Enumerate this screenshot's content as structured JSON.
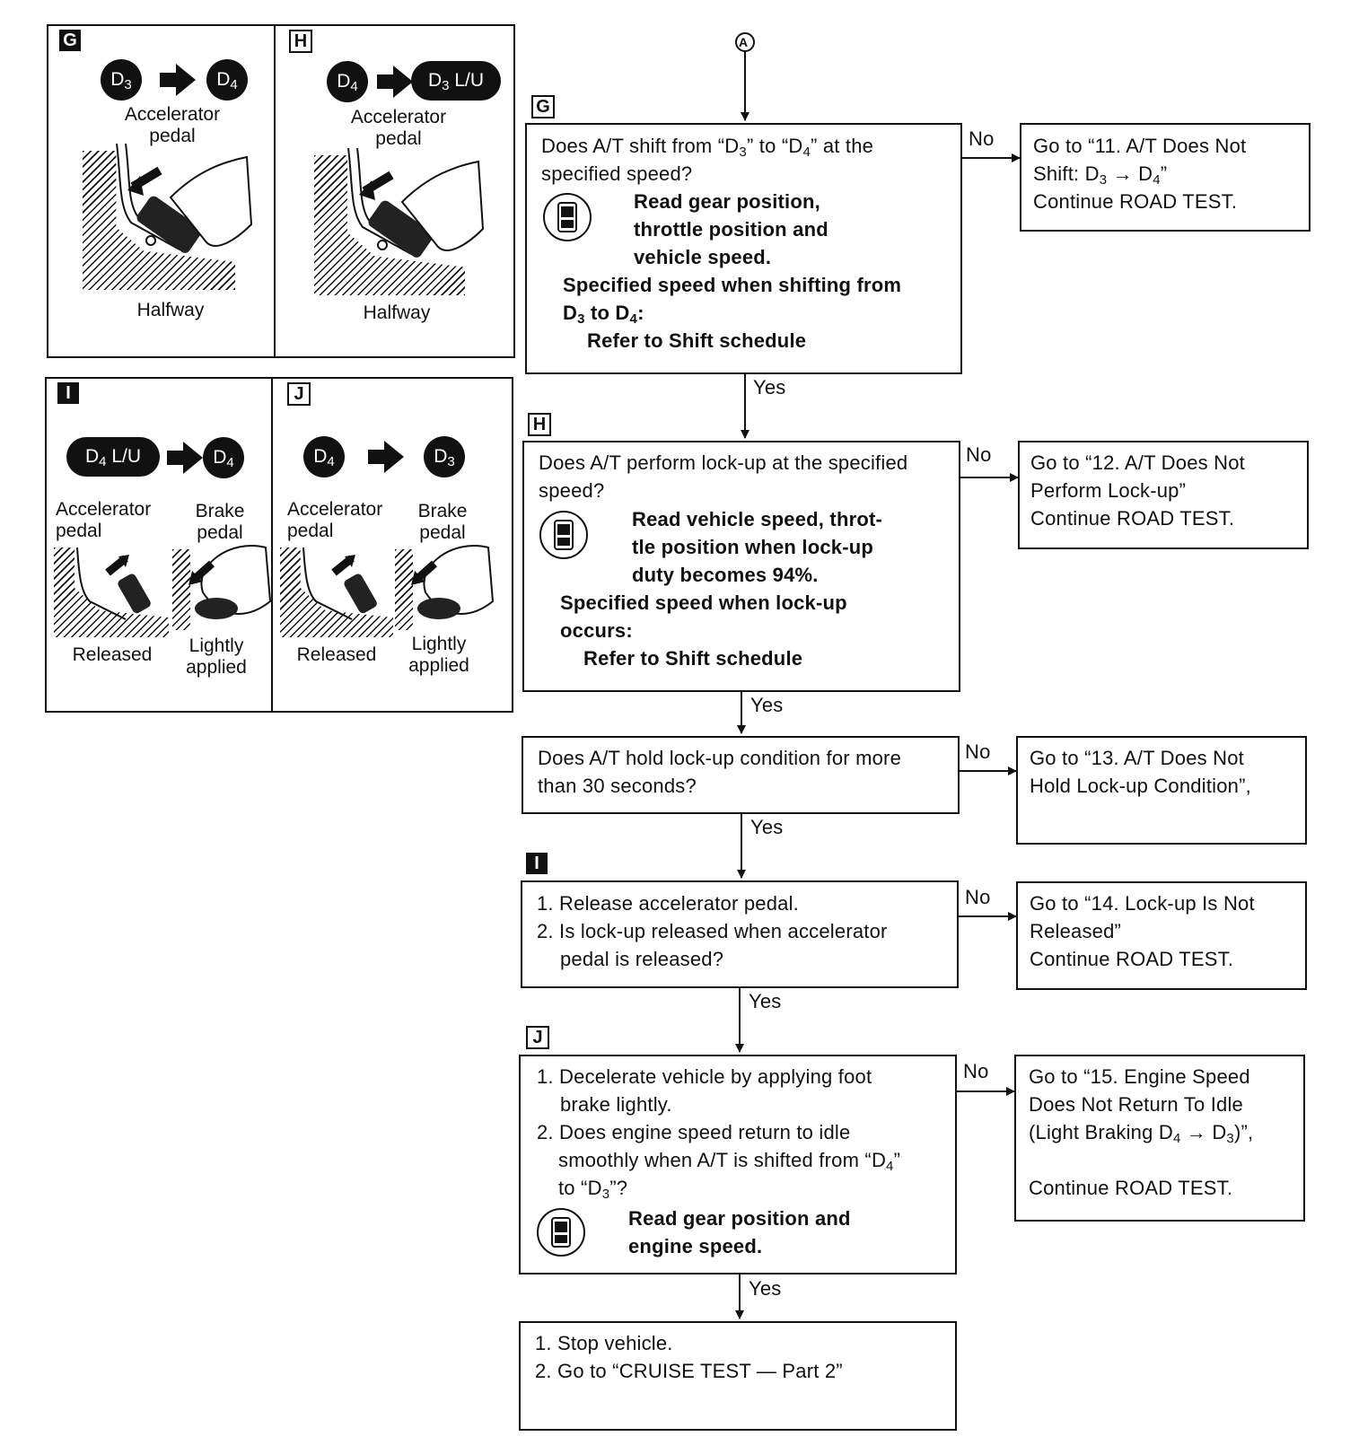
{
  "connector": "A",
  "panels": {
    "G": {
      "tag": "G",
      "from": "D",
      "from_sub": "3",
      "to": "D",
      "to_sub": "4",
      "pedal_label": "Accelerator pedal",
      "position": "Halfway"
    },
    "H": {
      "tag": "H",
      "from": "D",
      "from_sub": "4",
      "to": "D",
      "to_sub": "3",
      "to_suffix": " L/U",
      "pedal_label": "Accelerator pedal",
      "position": "Halfway"
    },
    "I": {
      "tag": "I",
      "from": "D",
      "from_sub": "4",
      "from_suffix": " L/U",
      "to": "D",
      "to_sub": "4",
      "accel_label": "Accelerator pedal",
      "brake_label": "Brake pedal",
      "accel_state": "Released",
      "brake_state": "Lightly applied"
    },
    "J": {
      "tag": "J",
      "from": "D",
      "from_sub": "4",
      "to": "D",
      "to_sub": "3",
      "accel_label": "Accelerator pedal",
      "brake_label": "Brake pedal",
      "accel_state": "Released",
      "brake_state": "Lightly applied"
    }
  },
  "flow": {
    "yes": "Yes",
    "no": "No",
    "step_g": {
      "tag": "G",
      "question_1": "Does A/T shift from “D",
      "question_1_sub": "3",
      "question_1b": "” to “D",
      "question_1b_sub": "4",
      "question_1c": "” at the",
      "question_2": "specified speed?",
      "read_1": "Read gear position,",
      "read_2": "throttle position and",
      "read_3": "vehicle speed.",
      "spec_1": "Specified speed when shifting from",
      "spec_2a": "D",
      "spec_2a_sub": "3",
      "spec_2b": " to D",
      "spec_2b_sub": "4",
      "spec_2c": ":",
      "spec_3": "Refer to Shift schedule",
      "no_1": "Go to “11. A/T Does Not",
      "no_2a": "Shift: D",
      "no_2a_sub": "3",
      "no_2b": " → D",
      "no_2b_sub": "4",
      "no_2c": "”",
      "no_3": "Continue ROAD TEST."
    },
    "step_h": {
      "tag": "H",
      "question_1": "Does A/T perform lock-up at the specified",
      "question_2": "speed?",
      "read_1": "Read vehicle speed, throt-",
      "read_2": "tle position when lock-up",
      "read_3": "duty becomes 94%.",
      "spec_1": "Specified speed when lock-up",
      "spec_2": "occurs:",
      "spec_3": "Refer to Shift schedule",
      "no_1": "Go to “12. A/T Does Not",
      "no_2": "Perform Lock-up”",
      "no_3": "Continue ROAD TEST."
    },
    "step_hold": {
      "question_1": "Does A/T hold lock-up condition for more",
      "question_2": "than 30 seconds?",
      "no_1": "Go to “13. A/T Does Not",
      "no_2": "Hold Lock-up Condition”,"
    },
    "step_i": {
      "tag": "I",
      "line_1": "1. Release accelerator pedal.",
      "line_2": "2. Is lock-up released when accelerator",
      "line_3": "pedal is released?",
      "no_1": "Go to “14. Lock-up Is Not",
      "no_2": "Released”",
      "no_3": "Continue ROAD TEST."
    },
    "step_j": {
      "tag": "J",
      "line_1": "1. Decelerate vehicle by applying foot",
      "line_2": "brake lightly.",
      "line_3": "2. Does engine speed return to idle",
      "line_4": "smoothly when A/T is shifted from “D",
      "line_4_sub": "4",
      "line_4b": "”",
      "line_5": "to “D",
      "line_5_sub": "3",
      "line_5b": "”?",
      "read_1": "Read gear position and",
      "read_2": "engine speed.",
      "no_1": "Go to “15. Engine Speed",
      "no_2": "Does Not Return To Idle",
      "no_3a": "(Light Braking D",
      "no_3a_sub": "4",
      "no_3b": " → D",
      "no_3b_sub": "3",
      "no_3c": ")”,",
      "no_4": "Continue ROAD TEST."
    },
    "step_final": {
      "line_1": "1. Stop vehicle.",
      "line_2": "2. Go to “CRUISE TEST — Part 2”"
    }
  }
}
